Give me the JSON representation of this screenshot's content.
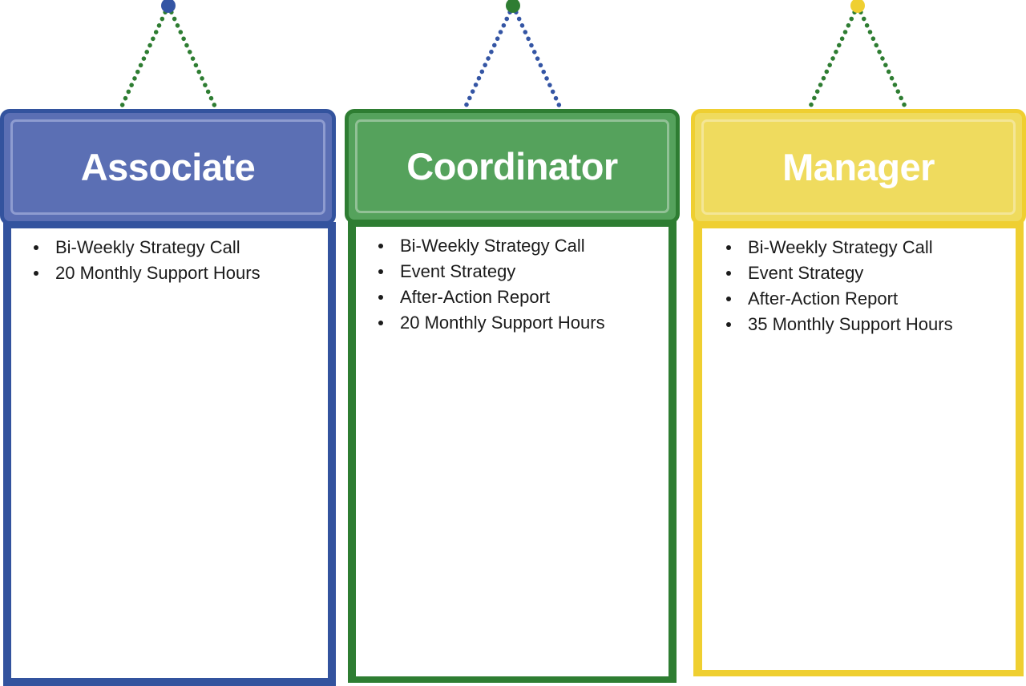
{
  "palette": {
    "blue_dark": "#33539E",
    "blue_mid": "#5B6FB4",
    "blue_light": "#8E9CD0",
    "green_dark": "#2E7D32",
    "green_mid": "#55A25C",
    "green_light": "#92C196",
    "yellow_dark": "#EFCF31",
    "yellow_mid": "#EFDB5E",
    "yellow_light": "#F4E696",
    "dot_blue": "#3455A4",
    "dot_green": "#2E7D32",
    "dot_yellow": "#EFCF31",
    "text_dark": "#1B1B1B",
    "text_white": "#FFFFFF",
    "background": "#FFFFFF"
  },
  "cards": [
    {
      "id": "associate",
      "title": "Associate",
      "header_fill": "#5B6FB4",
      "header_border": "#33539E",
      "header_inner_line": "#8E9CD0",
      "body_border": "#33539E",
      "hanger": {
        "top_dot_color": "#3455A4",
        "line_color": "#2E7D32",
        "anchor_dot_color": "#EFCF31"
      },
      "features": [
        "Bi-Weekly Strategy Call",
        "20 Monthly Support Hours"
      ]
    },
    {
      "id": "coordinator",
      "title": "Coordinator",
      "header_fill": "#55A25C",
      "header_border": "#2E7D32",
      "header_inner_line": "#92C196",
      "body_border": "#2E7D32",
      "hanger": {
        "top_dot_color": "#2E7D32",
        "line_color": "#3455A4",
        "anchor_dot_color": "#EFCF31"
      },
      "features": [
        "Bi-Weekly Strategy Call",
        "Event Strategy",
        "After-Action Report",
        "20 Monthly Support Hours"
      ]
    },
    {
      "id": "manager",
      "title": "Manager",
      "header_fill": "#EFDB5E",
      "header_border": "#EFCF31",
      "header_inner_line": "#F4E696",
      "body_border": "#EFCF31",
      "hanger": {
        "top_dot_color": "#EFCF31",
        "line_color": "#2E7D32",
        "anchor_dot_color": "#3455A4"
      },
      "features": [
        "Bi-Weekly Strategy Call",
        "Event Strategy",
        "After-Action Report",
        "35 Monthly Support Hours"
      ]
    }
  ]
}
